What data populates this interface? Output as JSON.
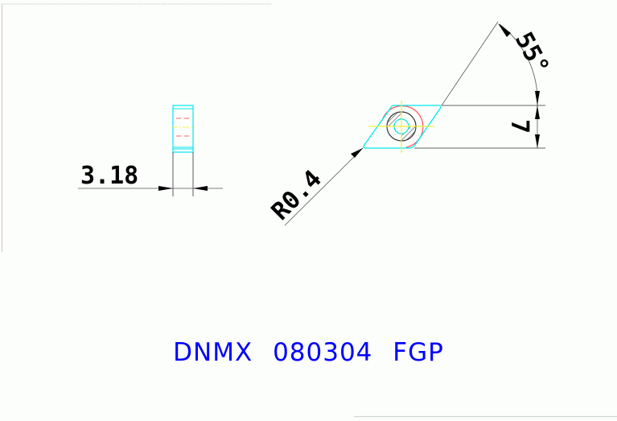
{
  "drawing": {
    "title": "DNMX 080304 FGP",
    "dimensions": {
      "thickness": "3.18",
      "corner_radius": "R0.4",
      "angle": "55°",
      "height": "7"
    },
    "colors": {
      "outline": "#00e0f0",
      "hidden_line": "#ff5050",
      "center_line": "#f0f000",
      "dimension_line": "#000000",
      "title_text": "#0000ff",
      "frame": "#d8d0d0"
    },
    "views": [
      "side-view",
      "top-view"
    ]
  }
}
